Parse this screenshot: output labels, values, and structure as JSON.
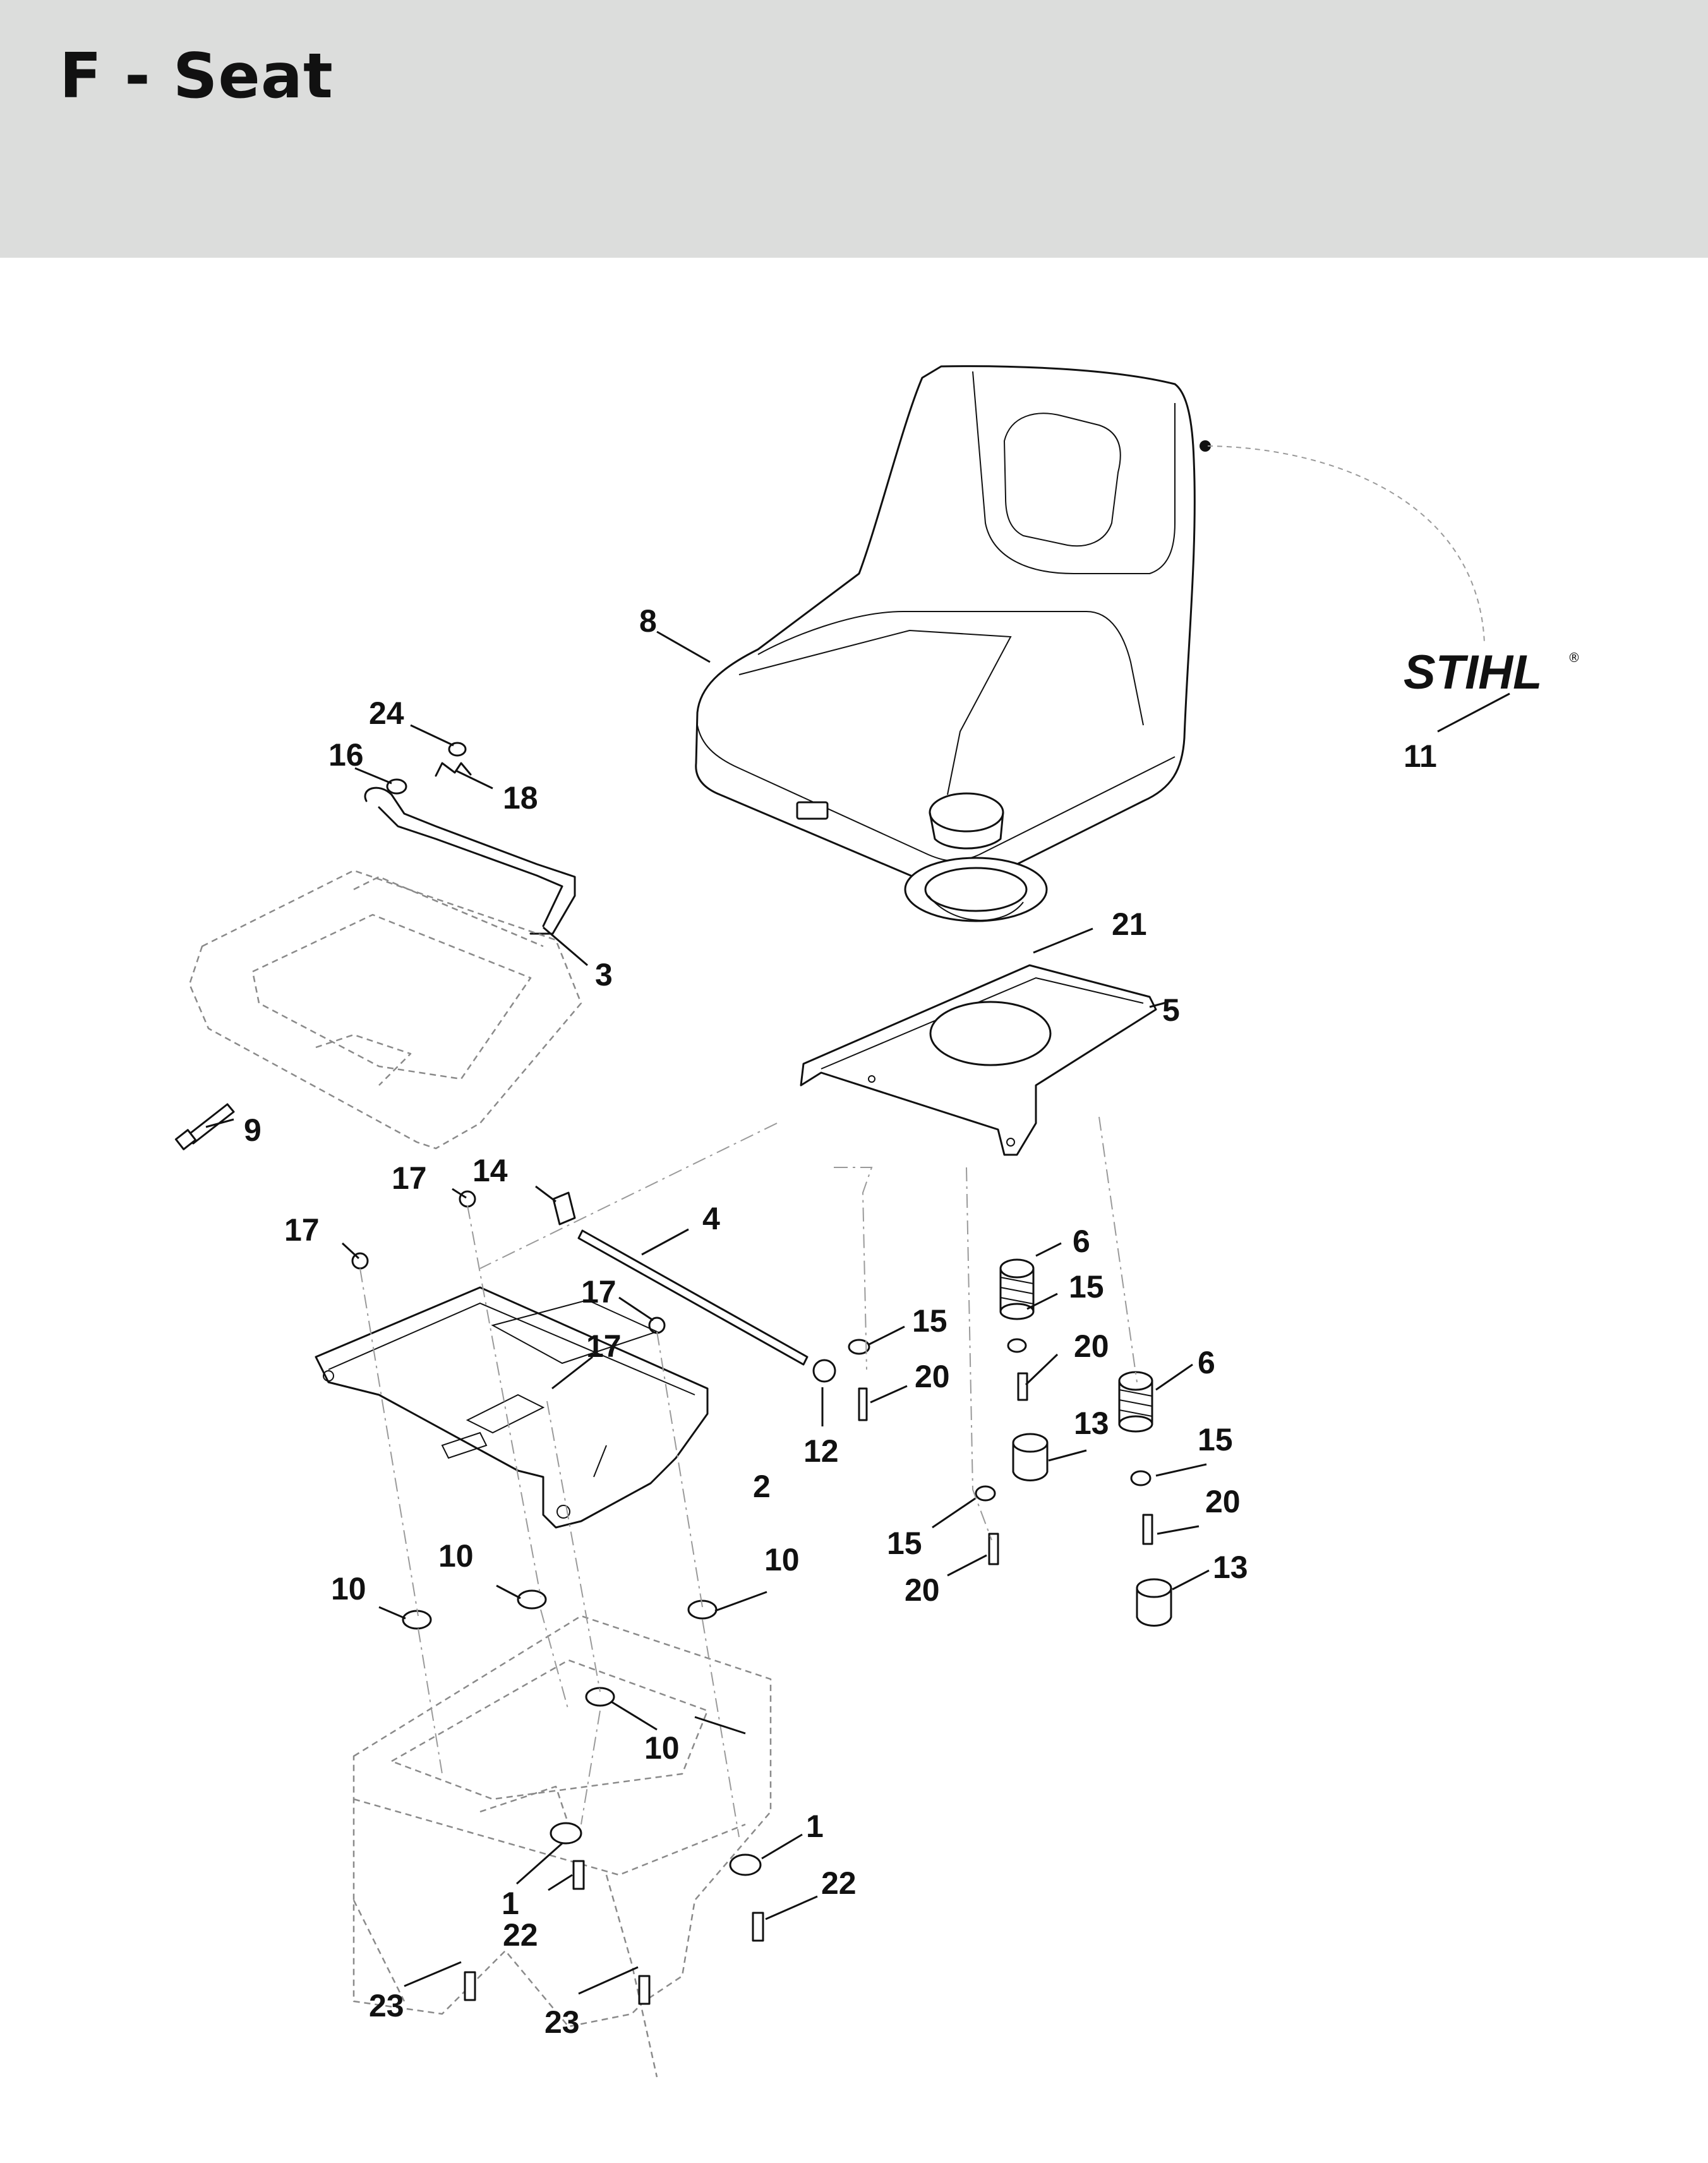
{
  "header": {
    "title": "F - Seat"
  },
  "logo": {
    "text": "STIHL",
    "registered": "®"
  },
  "colors": {
    "header_bg": "#dcdddc",
    "ink": "#111111",
    "ghost_ink": "#8a8a8a",
    "paper": "#ffffff"
  },
  "callouts": [
    {
      "id": "c8",
      "label": "8"
    },
    {
      "id": "c11",
      "label": "11"
    },
    {
      "id": "c24",
      "label": "24"
    },
    {
      "id": "c16",
      "label": "16"
    },
    {
      "id": "c18",
      "label": "18"
    },
    {
      "id": "c3",
      "label": "3"
    },
    {
      "id": "c21",
      "label": "21"
    },
    {
      "id": "c5",
      "label": "5"
    },
    {
      "id": "c9",
      "label": "9"
    },
    {
      "id": "c17a",
      "label": "17"
    },
    {
      "id": "c14",
      "label": "14"
    },
    {
      "id": "c17b",
      "label": "17"
    },
    {
      "id": "c4",
      "label": "4"
    },
    {
      "id": "c6a",
      "label": "6"
    },
    {
      "id": "c17c",
      "label": "17"
    },
    {
      "id": "c15a",
      "label": "15"
    },
    {
      "id": "c15b",
      "label": "15"
    },
    {
      "id": "c17d",
      "label": "17"
    },
    {
      "id": "c20a",
      "label": "20"
    },
    {
      "id": "c20b",
      "label": "20"
    },
    {
      "id": "c6b",
      "label": "6"
    },
    {
      "id": "c12",
      "label": "12"
    },
    {
      "id": "c13a",
      "label": "13"
    },
    {
      "id": "c15c",
      "label": "15"
    },
    {
      "id": "c2",
      "label": "2"
    },
    {
      "id": "c20c",
      "label": "20"
    },
    {
      "id": "c15d",
      "label": "15"
    },
    {
      "id": "c13b",
      "label": "13"
    },
    {
      "id": "c10a",
      "label": "10"
    },
    {
      "id": "c10b",
      "label": "10"
    },
    {
      "id": "c10c",
      "label": "10"
    },
    {
      "id": "c20d",
      "label": "20"
    },
    {
      "id": "c10d",
      "label": "10"
    },
    {
      "id": "c1a",
      "label": "1"
    },
    {
      "id": "c1b",
      "label": "1"
    },
    {
      "id": "c22a",
      "label": "22"
    },
    {
      "id": "c22b",
      "label": "22"
    },
    {
      "id": "c23a",
      "label": "23"
    },
    {
      "id": "c23b",
      "label": "23"
    }
  ]
}
